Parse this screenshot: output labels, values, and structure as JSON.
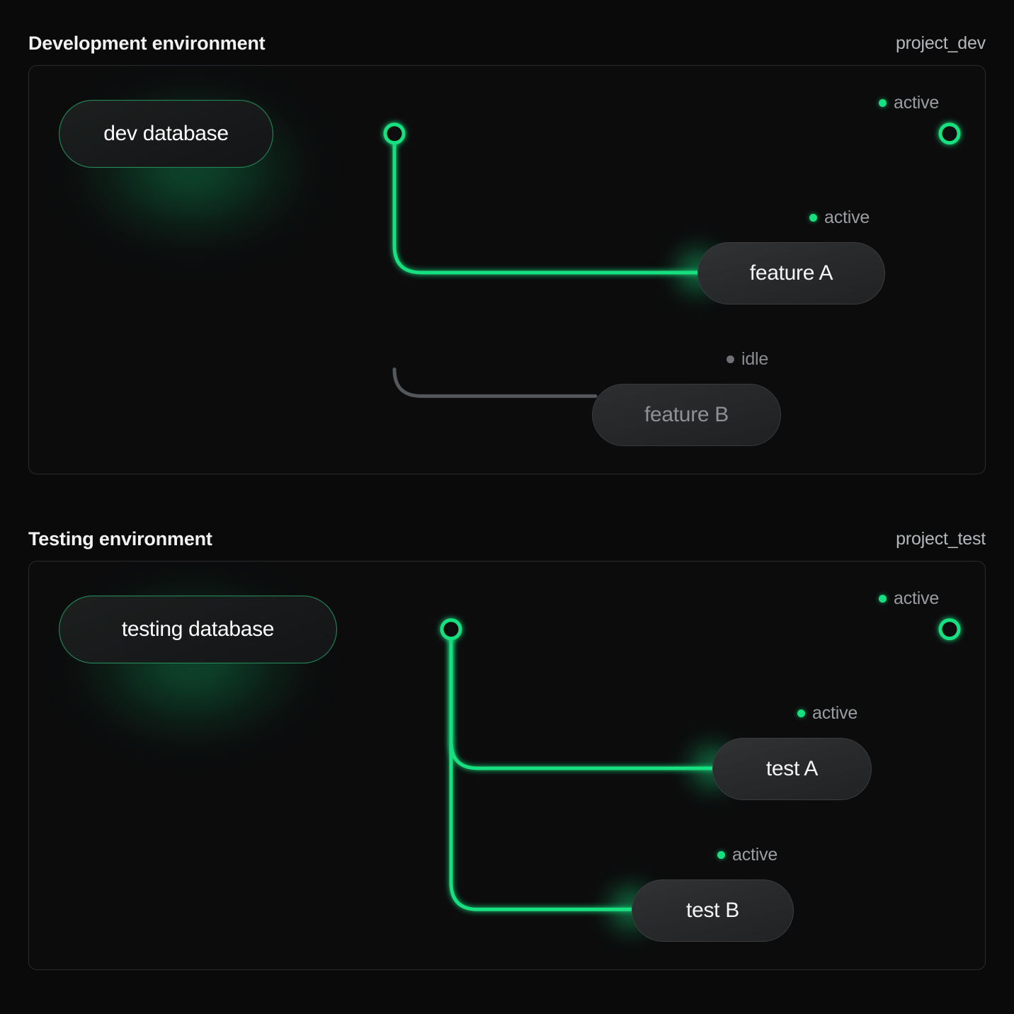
{
  "theme": {
    "background": "#0a0a0b",
    "panel_bg": "#0c0c0d",
    "panel_border": "#2a2b2e",
    "accent_green": "#16e07f",
    "idle_gray": "#55585b",
    "title_color": "#f2f2f3",
    "muted_text": "#9a9da1"
  },
  "sections": [
    {
      "title": "Development environment",
      "project": "project_dev",
      "nodes": [
        {
          "id": "dev-database",
          "label": "dev database",
          "kind": "database",
          "status": "active"
        },
        {
          "id": "feature-a",
          "label": "feature A",
          "kind": "task",
          "status": "active"
        },
        {
          "id": "feature-b",
          "label": "feature B",
          "kind": "task",
          "status": "idle"
        }
      ],
      "statuses": [
        {
          "id": "trunk-status",
          "label": "active",
          "state": "active"
        },
        {
          "id": "feature-a-status",
          "label": "active",
          "state": "active"
        },
        {
          "id": "feature-b-status",
          "label": "idle",
          "state": "idle"
        }
      ]
    },
    {
      "title": "Testing environment",
      "project": "project_test",
      "nodes": [
        {
          "id": "testing-database",
          "label": "testing database",
          "kind": "database",
          "status": "active"
        },
        {
          "id": "test-a",
          "label": "test A",
          "kind": "task",
          "status": "active"
        },
        {
          "id": "test-b",
          "label": "test B",
          "kind": "task",
          "status": "active"
        }
      ],
      "statuses": [
        {
          "id": "trunk-status",
          "label": "active",
          "state": "active"
        },
        {
          "id": "test-a-status",
          "label": "active",
          "state": "active"
        },
        {
          "id": "test-b-status",
          "label": "active",
          "state": "active"
        }
      ]
    }
  ]
}
